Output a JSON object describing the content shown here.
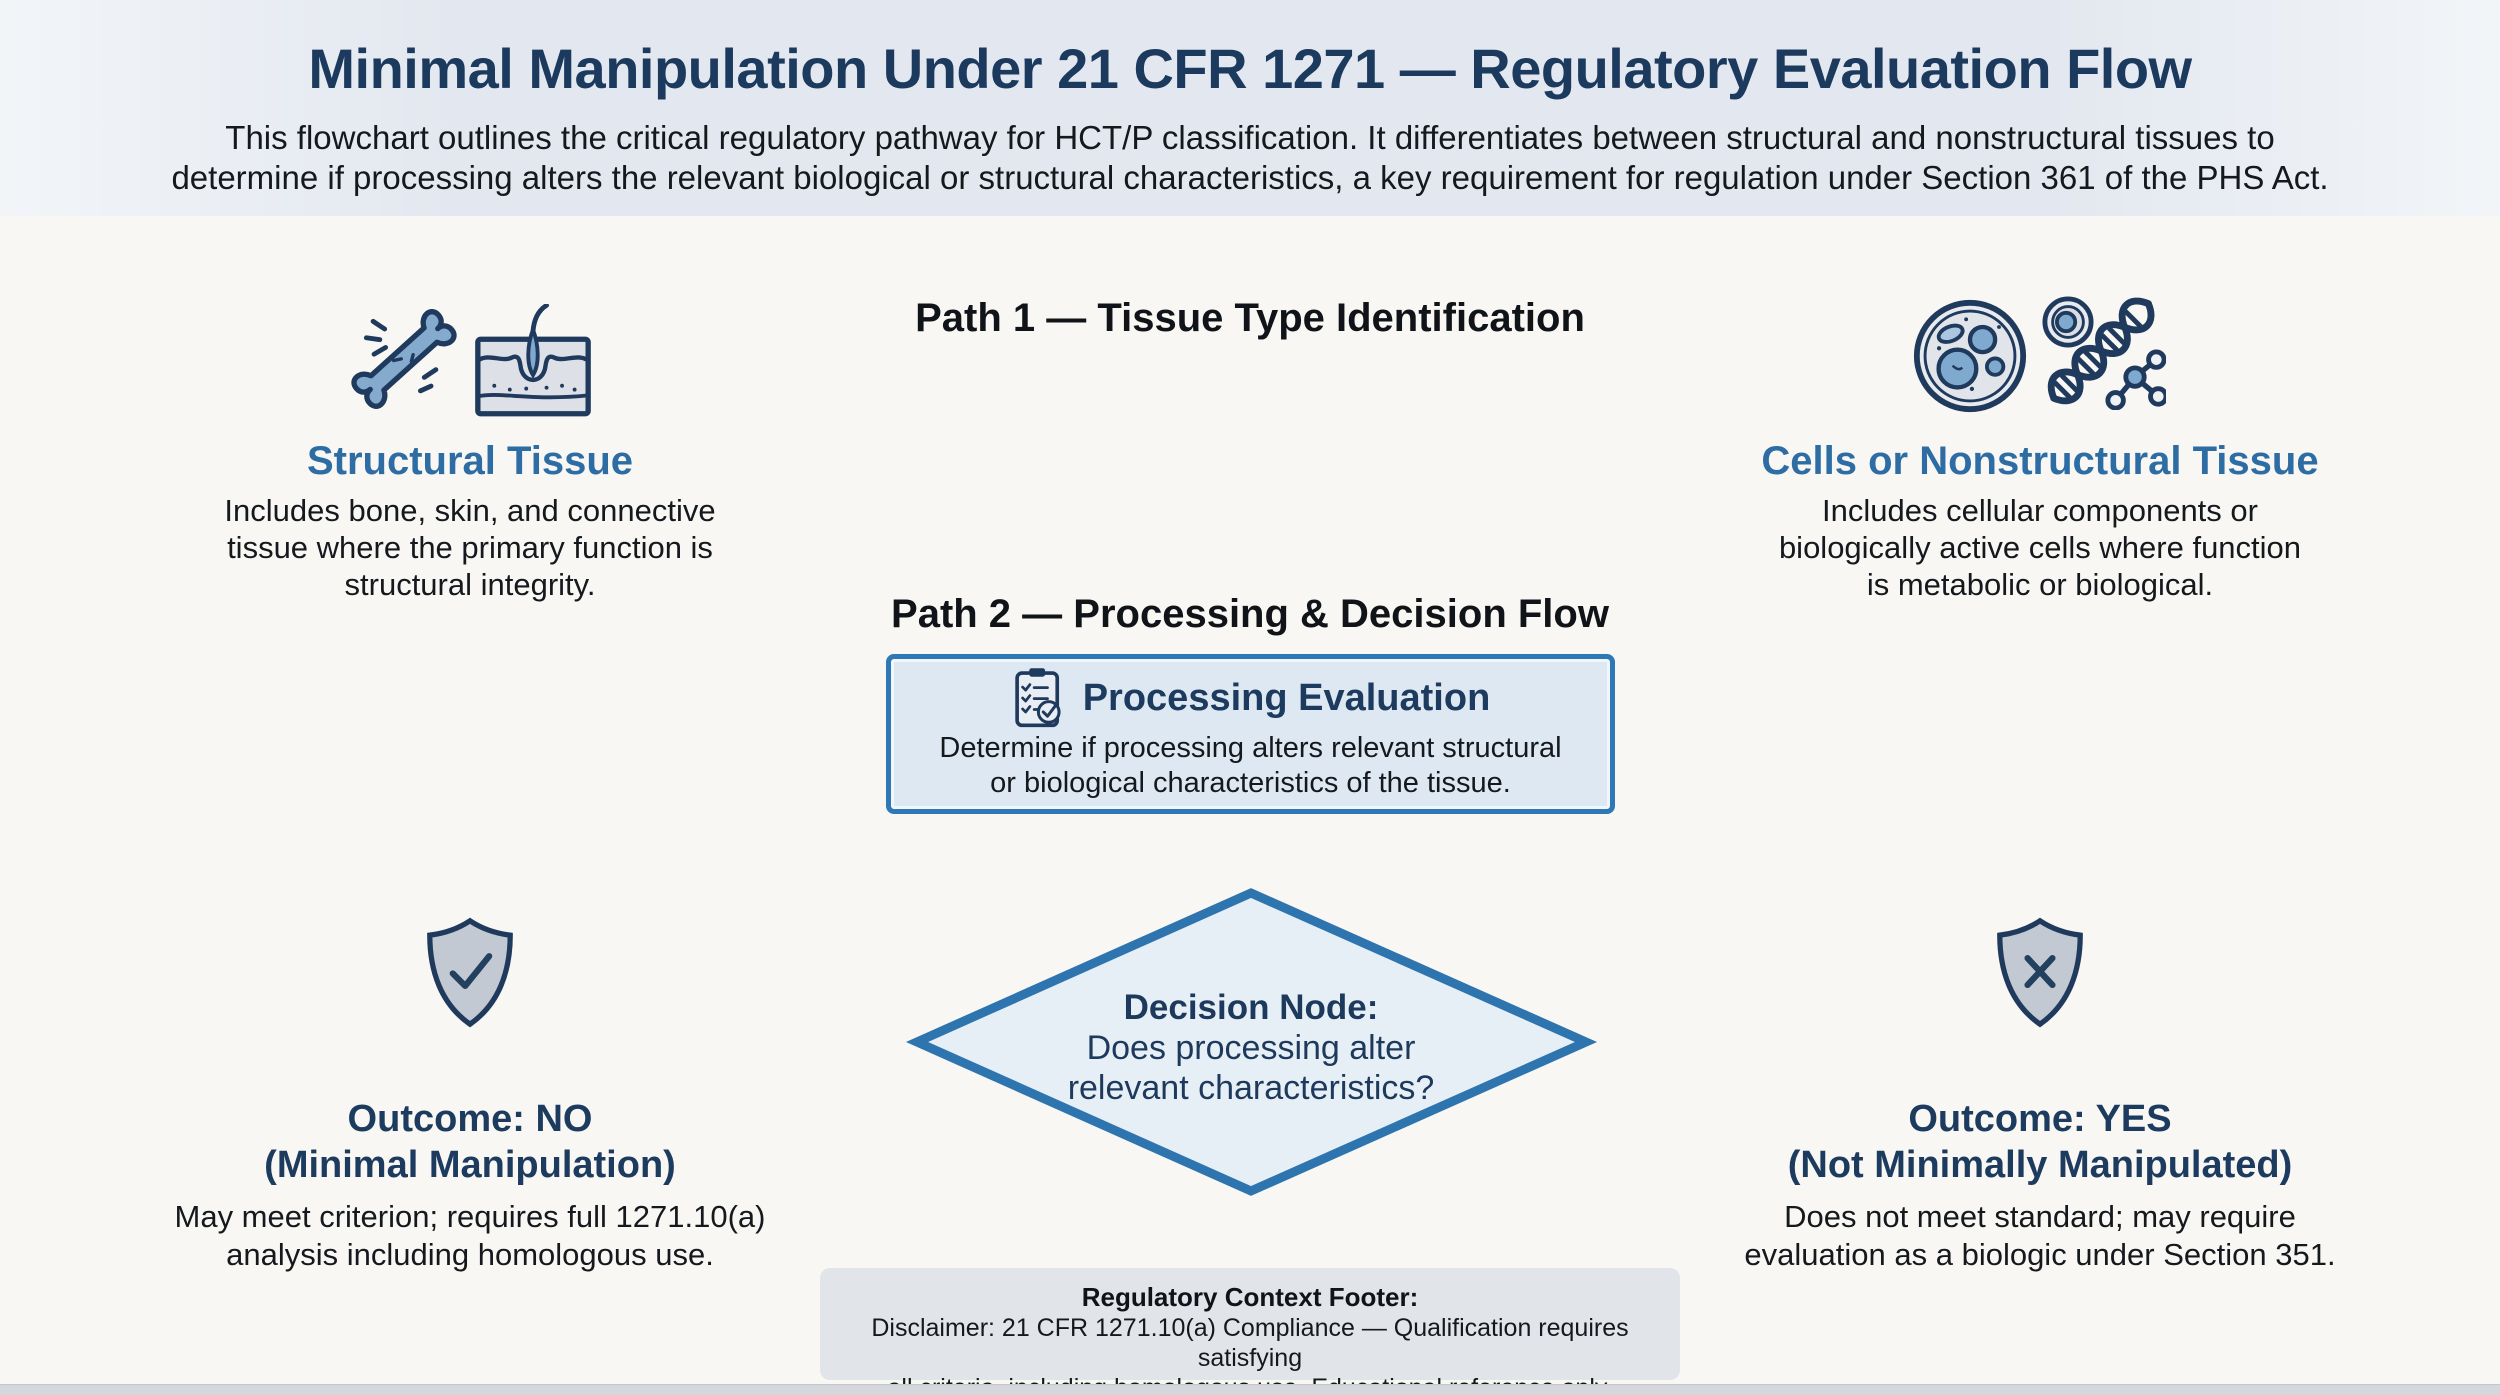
{
  "header": {
    "title": "Minimal Manipulation Under 21 CFR 1271 — Regulatory Evaluation Flow",
    "subtitle_lines": [
      "This flowchart outlines the critical regulatory pathway for HCT/P classification. It differentiates between structural and nonstructural tissues to",
      "determine if processing alters the relevant biological or structural characteristics, a key requirement for regulation under Section 361 of the PHS Act."
    ]
  },
  "paths": {
    "path1_heading": "Path 1 — Tissue Type Identification",
    "path2_heading": "Path 2 — Processing & Decision Flow"
  },
  "tissue_types": {
    "structural": {
      "heading": "Structural Tissue",
      "desc_lines": [
        "Includes bone, skin, and connective",
        "tissue where the primary function is",
        "structural integrity."
      ],
      "icons": [
        "bone-icon",
        "skin-cross-section-icon"
      ]
    },
    "nonstructural": {
      "heading": "Cells or Nonstructural Tissue",
      "desc_lines": [
        "Includes cellular components or",
        "biologically active cells where function",
        "is metabolic or biological."
      ],
      "icons": [
        "cell-icon",
        "small-cell-icon",
        "dna-icon",
        "molecule-icon"
      ]
    }
  },
  "processing_evaluation": {
    "heading": "Processing Evaluation",
    "desc_lines": [
      "Determine if processing alters relevant structural",
      "or biological characteristics of the tissue."
    ],
    "icon": "clipboard-checklist-icon"
  },
  "decision_node": {
    "label": "Decision Node:",
    "question_lines": [
      "Does processing alter",
      "relevant characteristics?"
    ]
  },
  "outcomes": {
    "no": {
      "icon": "shield-check-icon",
      "heading_line1": "Outcome: NO",
      "heading_line2": "(Minimal Manipulation)",
      "desc_lines": [
        "May meet criterion; requires full 1271.10(a)",
        "analysis including homologous use."
      ]
    },
    "yes": {
      "icon": "shield-x-icon",
      "heading_line1": "Outcome: YES",
      "heading_line2": "(Not Minimally Manipulated)",
      "desc_lines": [
        "Does not meet standard; may require",
        "evaluation as a biologic under Section 351."
      ]
    }
  },
  "footer": {
    "heading": "Regulatory Context Footer:",
    "text_lines": [
      "Disclaimer: 21 CFR 1271.10(a) Compliance — Qualification requires satisfying",
      "all criteria, including homologous use. Educational reference only."
    ]
  },
  "colors": {
    "header_band": "#e3e8f0",
    "body_bg": "#f8f7f3",
    "title_navy": "#1b3a5e",
    "heading_blue": "#2e6da4",
    "text_black": "#15181d",
    "box_fill": "#dde8f2",
    "box_border": "#2d78b5",
    "diamond_fill": "#e7eff6",
    "diamond_border": "#2e74ae",
    "footer_bg": "#e1e4e9",
    "shield_fill": "#c2c9d2",
    "icon_navy": "#1f3a5c",
    "icon_steel_blue": "#7fa9cf"
  }
}
